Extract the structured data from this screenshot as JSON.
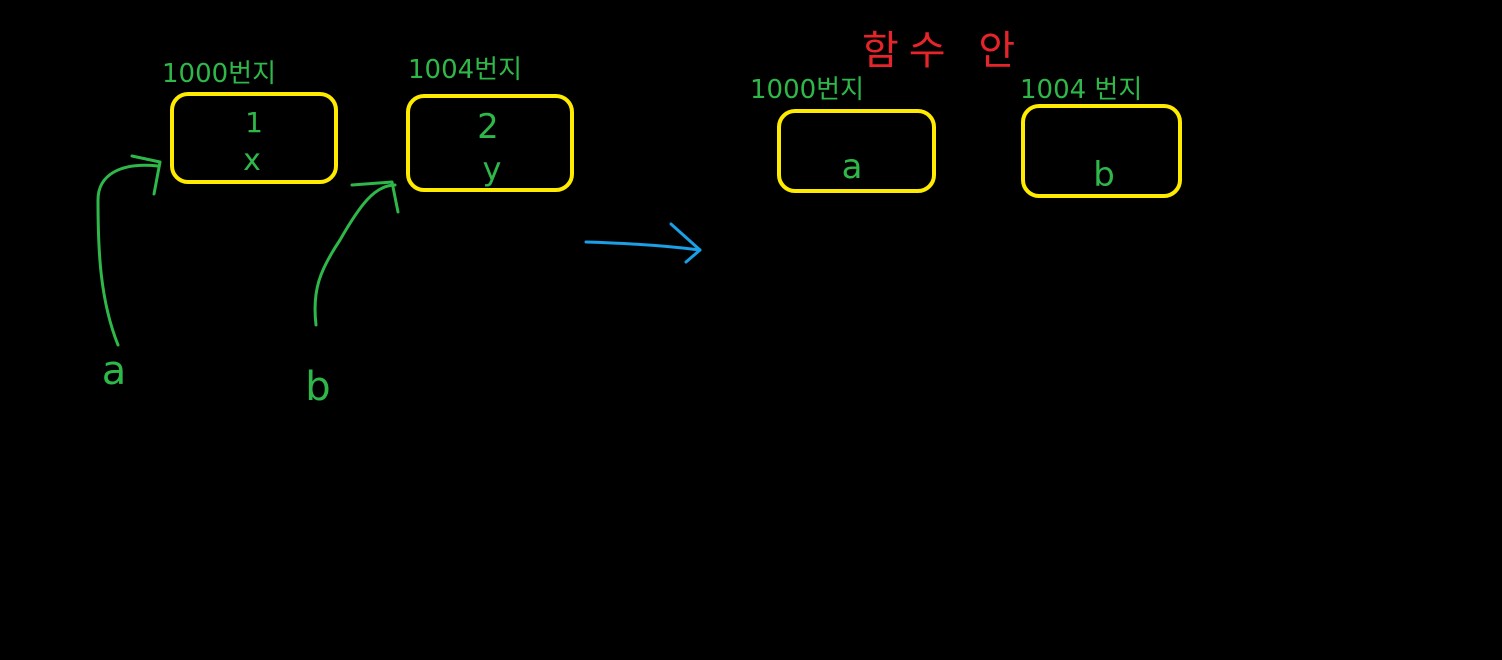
{
  "colors": {
    "background": "#000000",
    "box_stroke": "#ffeb00",
    "label_green": "#2fb84a",
    "title_red": "#e8242b",
    "arrow_blue": "#1aa0e6"
  },
  "left_group": {
    "box_x": {
      "address": "1000번지",
      "value": "1",
      "name": "x"
    },
    "box_y": {
      "address": "1004번지",
      "value": "2",
      "name": "y"
    },
    "pointer_a": "a",
    "pointer_b": "b"
  },
  "right_group": {
    "title": "함수 안",
    "box_a": {
      "address": "1000번지",
      "name": "a"
    },
    "box_b": {
      "address": "1004 번지",
      "name": "b"
    }
  }
}
